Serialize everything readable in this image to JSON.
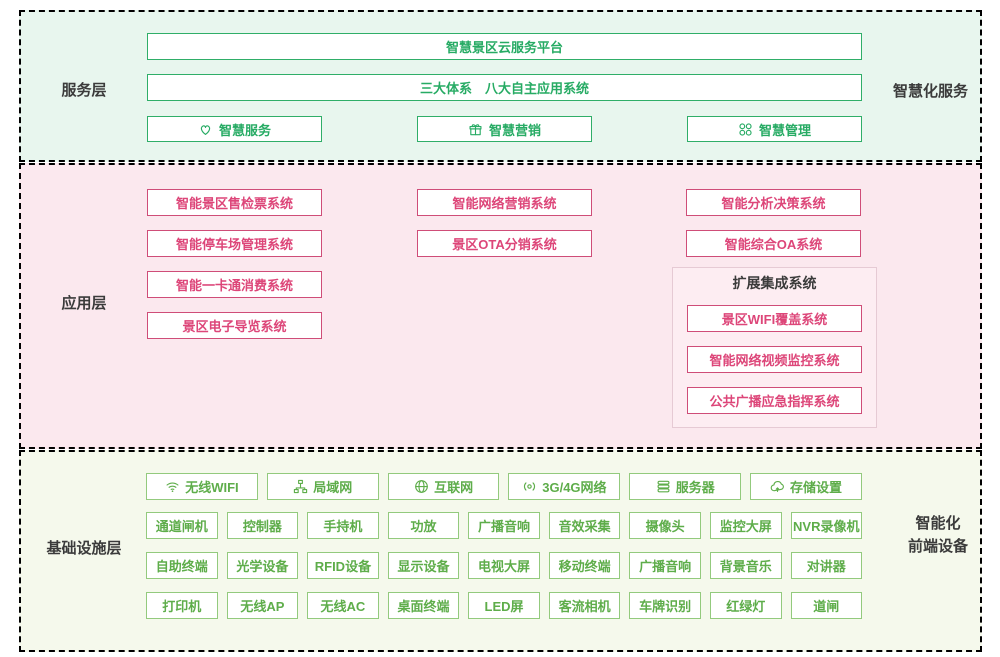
{
  "colors": {
    "service_green": "#2fae68",
    "service_bg": "#e8f6ee",
    "service_border": "#3cb876",
    "app_pink": "#dd4679",
    "app_bg": "#fbe8ee",
    "app_border": "#e4567f",
    "infra_green": "#5ead4a",
    "infra_bg": "#f5f9ec",
    "infra_border": "#a6cf88",
    "label_text": "#3b3b3b"
  },
  "service": {
    "label": "服务层",
    "right_label": "智慧化服务",
    "platform": "智慧景区云服务平台",
    "systems": "三大体系　八大自主应用系统",
    "items": [
      {
        "icon": "heart-icon",
        "label": "智慧服务"
      },
      {
        "icon": "gift-icon",
        "label": "智慧营销"
      },
      {
        "icon": "grid-icon",
        "label": "智慧管理"
      }
    ]
  },
  "application": {
    "label": "应用层",
    "col1": [
      "智能景区售检票系统",
      "智能停车场管理系统",
      "智能一卡通消费系统",
      "景区电子导览系统"
    ],
    "col2": [
      "智能网络营销系统",
      "景区OTA分销系统"
    ],
    "col3": [
      "智能分析决策系统",
      "智能综合OA系统"
    ],
    "extension": {
      "title": "扩展集成系统",
      "items": [
        "景区WIFI覆盖系统",
        "智能网络视频监控系统",
        "公共广播应急指挥系统"
      ]
    }
  },
  "infrastructure": {
    "label": "基础设施层",
    "right_label": [
      "智能化",
      "前端设备"
    ],
    "network_row": [
      {
        "icon": "wifi-icon",
        "label": "无线WIFI"
      },
      {
        "icon": "lan-icon",
        "label": "局域网"
      },
      {
        "icon": "globe-icon",
        "label": "互联网"
      },
      {
        "icon": "signal-icon",
        "label": "3G/4G网络"
      },
      {
        "icon": "server-icon",
        "label": "服务器"
      },
      {
        "icon": "cloud-icon",
        "label": "存储设置"
      }
    ],
    "device_rows": [
      [
        "通道闸机",
        "控制器",
        "手持机",
        "功放",
        "广播音响",
        "音效采集",
        "摄像头",
        "监控大屏",
        "NVR录像机"
      ],
      [
        "自助终端",
        "光学设备",
        "RFID设备",
        "显示设备",
        "电视大屏",
        "移动终端",
        "广播音响",
        "背景音乐",
        "对讲器"
      ],
      [
        "打印机",
        "无线AP",
        "无线AC",
        "桌面终端",
        "LED屏",
        "客流相机",
        "车牌识别",
        "红绿灯",
        "道闸"
      ]
    ]
  }
}
